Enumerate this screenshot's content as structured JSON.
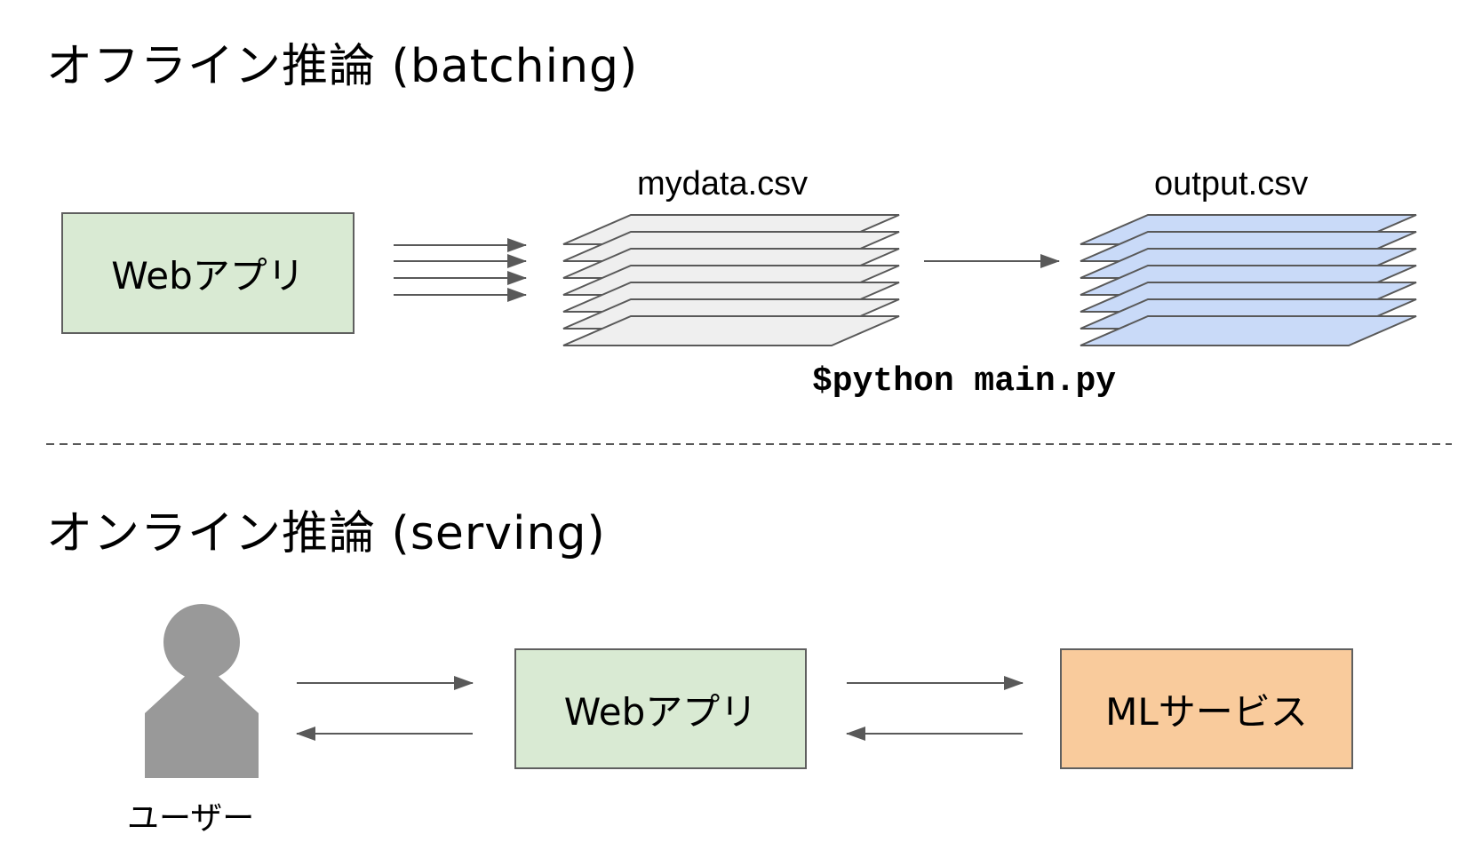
{
  "offline": {
    "title": "オフライン推論 (batching)",
    "web_app_label": "Webアプリ",
    "input_file_label": "mydata.csv",
    "output_file_label": "output.csv",
    "command": "$python main.py"
  },
  "online": {
    "title": "オンライン推論 (serving)",
    "user_label": "ユーザー",
    "web_app_label": "Webアプリ",
    "ml_service_label": "MLサービス"
  },
  "colors": {
    "web_app_fill": "#d9ead3",
    "ml_service_fill": "#f9cb9c",
    "input_sheet_fill": "#efefef",
    "output_sheet_fill": "#c9daf8",
    "arrow": "#595959",
    "person": "#999999"
  },
  "icons": [
    "document-stack-icon",
    "user-icon",
    "arrow-icon"
  ]
}
